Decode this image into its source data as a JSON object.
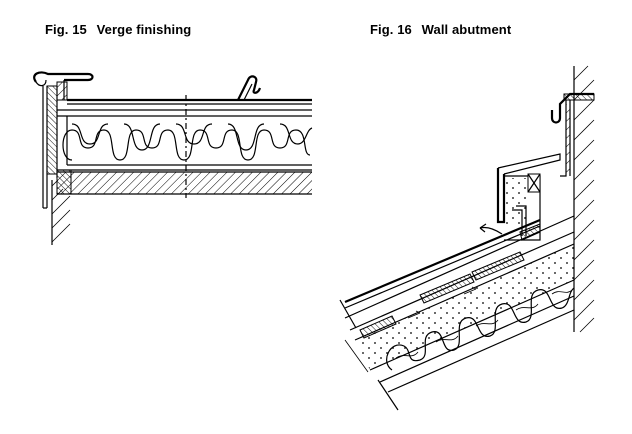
{
  "figures": [
    {
      "number": "Fig. 15",
      "title": "Verge finishing"
    },
    {
      "number": "Fig. 16",
      "title": "Wall abutment"
    }
  ]
}
